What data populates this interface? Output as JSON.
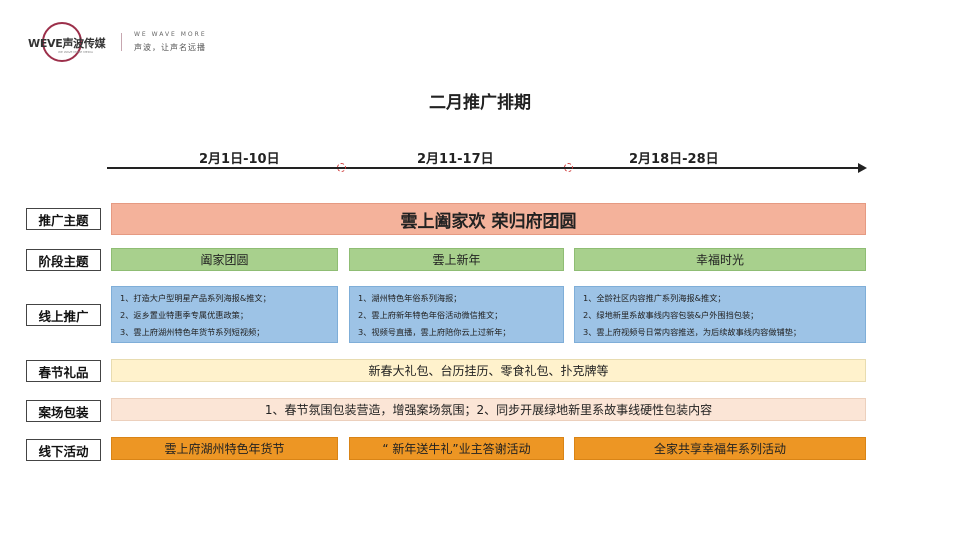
{
  "brand": {
    "logo_text": "WEVE声波传媒",
    "logo_sub": "WE WAVE MORE MEDIA",
    "slogan_en": "WE WAVE MORE",
    "slogan_cn": "声波，让声名远播",
    "accent_color": "#9c2f4a"
  },
  "title": "二月推广排期",
  "periods": [
    "2月1日-10日",
    "2月11-17日",
    "2月18日-28日"
  ],
  "rows": {
    "theme": {
      "label": "推广主题",
      "content": "雲上阖家欢 荣归府团圆",
      "color": "#f4b29b"
    },
    "stage": {
      "label": "阶段主题",
      "items": [
        "阖家团圆",
        "雲上新年",
        "幸福时光"
      ],
      "color": "#a8d08d"
    },
    "online": {
      "label": "线上推广",
      "color": "#9dc3e6",
      "columns": [
        [
          "1、打造大户型明星产品系列海报&推文；",
          "2、返乡置业特惠季专属优惠政策；",
          "3、雲上府湖州特色年货节系列短视频；"
        ],
        [
          "1、湖州特色年俗系列海报；",
          "2、雲上府新年特色年俗活动微信推文；",
          "3、视频号直播，雲上府陪你云上过新年；"
        ],
        [
          "1、全龄社区内容推广系列海报&推文；",
          "2、绿地新里系故事线内容包装&户外围挡包装；",
          "3、雲上府视频号日常内容推送，为后续故事线内容做铺垫；"
        ]
      ]
    },
    "gift": {
      "label": "春节礼品",
      "content": "新春大礼包、台历挂历、零食礼包、扑克牌等",
      "color": "#fff2cc"
    },
    "venue": {
      "label": "案场包装",
      "content": "1、春节氛围包装营造，增强案场氛围；2、同步开展绿地新里系故事线硬性包装内容",
      "color": "#fbe5d6"
    },
    "offline": {
      "label": "线下活动",
      "items": [
        "雲上府湖州特色年货节",
        "“ 新年送牛礼”业主答谢活动",
        "全家共享幸福年系列活动"
      ],
      "color": "#ed9624"
    }
  }
}
